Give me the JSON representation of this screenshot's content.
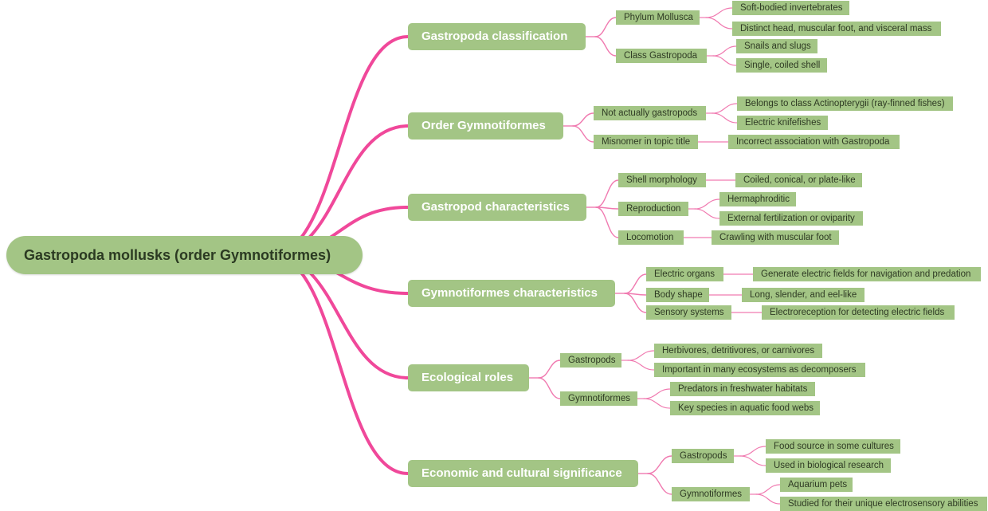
{
  "colors": {
    "node_fill": "#a3c585",
    "root_link": "#f0489a",
    "sub_link": "#f07ab0"
  },
  "root": {
    "label": "Gastropoda mollusks (order Gymnotiformes)"
  },
  "branches": [
    {
      "label": "Gastropoda classification",
      "children": [
        {
          "label": "Phylum Mollusca",
          "children": [
            "Soft-bodied invertebrates",
            "Distinct head, muscular foot, and visceral mass"
          ]
        },
        {
          "label": "Class Gastropoda",
          "children": [
            "Snails and slugs",
            "Single, coiled shell"
          ]
        }
      ]
    },
    {
      "label": "Order Gymnotiformes",
      "children": [
        {
          "label": "Not actually gastropods",
          "children": [
            "Belongs to class Actinopterygii (ray-finned fishes)",
            "Electric knifefishes"
          ]
        },
        {
          "label": "Misnomer in topic title",
          "children": [
            "Incorrect association with Gastropoda"
          ]
        }
      ]
    },
    {
      "label": "Gastropod characteristics",
      "children": [
        {
          "label": "Shell morphology",
          "children": [
            "Coiled, conical, or plate-like"
          ]
        },
        {
          "label": "Reproduction",
          "children": [
            "Hermaphroditic",
            "External fertilization or oviparity"
          ]
        },
        {
          "label": "Locomotion",
          "children": [
            "Crawling with muscular foot"
          ]
        }
      ]
    },
    {
      "label": "Gymnotiformes characteristics",
      "children": [
        {
          "label": "Electric organs",
          "children": [
            "Generate electric fields for navigation and predation"
          ]
        },
        {
          "label": "Body shape",
          "children": [
            "Long, slender, and eel-like"
          ]
        },
        {
          "label": "Sensory systems",
          "children": [
            "Electroreception for detecting electric fields"
          ]
        }
      ]
    },
    {
      "label": "Ecological roles",
      "children": [
        {
          "label": "Gastropods",
          "children": [
            "Herbivores, detritivores, or carnivores",
            "Important in many ecosystems as decomposers"
          ]
        },
        {
          "label": "Gymnotiformes",
          "children": [
            "Predators in freshwater habitats",
            "Key species in aquatic food webs"
          ]
        }
      ]
    },
    {
      "label": "Economic and cultural significance",
      "children": [
        {
          "label": "Gastropods",
          "children": [
            "Food source in some cultures",
            "Used in biological research"
          ]
        },
        {
          "label": "Gymnotiformes",
          "children": [
            "Aquarium pets",
            "Studied for their unique electrosensory abilities"
          ]
        }
      ]
    }
  ]
}
